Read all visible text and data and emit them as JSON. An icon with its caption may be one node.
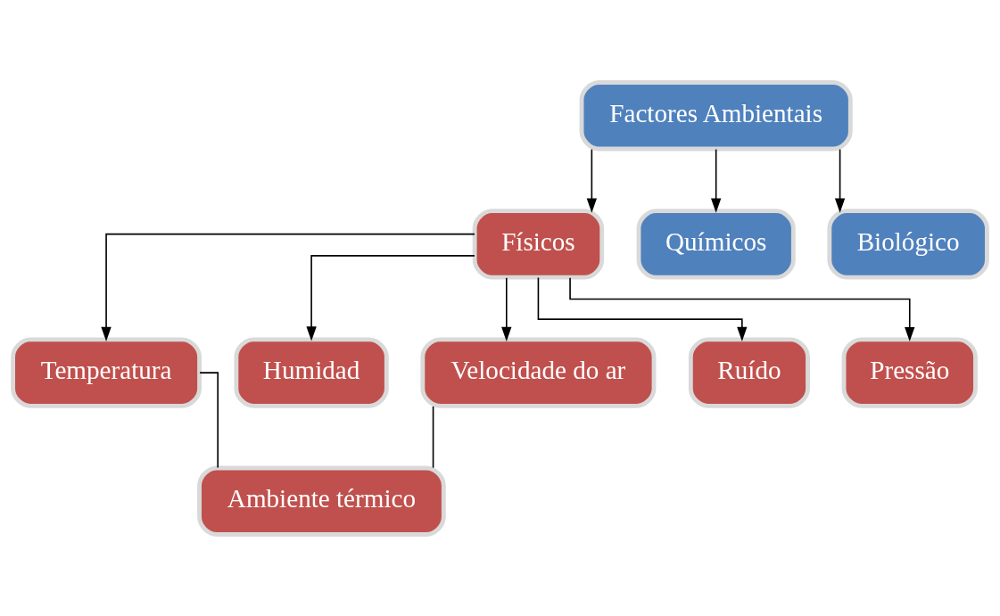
{
  "diagram": {
    "nodes": [
      {
        "text": [
          "Factores Ambientais"
        ]
      },
      {
        "text": [
          "Físicos"
        ]
      },
      {
        "text": [
          "Químicos"
        ]
      },
      {
        "text": [
          "Biológico"
        ]
      },
      {
        "text": [
          "Temperatura"
        ]
      },
      {
        "text": [
          "Humidad"
        ]
      },
      {
        "text": [
          "Velocidade do ar"
        ]
      },
      {
        "text": [
          "Ruído"
        ]
      },
      {
        "text": [
          "Pressão"
        ]
      },
      {
        "text": [
          "Ambiente térmico"
        ]
      }
    ],
    "edges": [
      {
        "from": 0,
        "to": 1,
        "arrow": "to"
      },
      {
        "from": 0,
        "to": 2,
        "arrow": "to"
      },
      {
        "from": 0,
        "to": 3,
        "arrow": "to"
      },
      {
        "from": 1,
        "to": 4,
        "arrow": "to"
      },
      {
        "from": 1,
        "to": 5,
        "arrow": "to"
      },
      {
        "from": 1,
        "to": 6,
        "arrow": "to"
      },
      {
        "from": 1,
        "to": 7,
        "arrow": "to"
      },
      {
        "from": 1,
        "to": 8,
        "arrow": "to"
      },
      {
        "from": 4,
        "to": 9,
        "arrow": "none"
      },
      {
        "from": 6,
        "to": 9,
        "arrow": "none"
      }
    ]
  }
}
